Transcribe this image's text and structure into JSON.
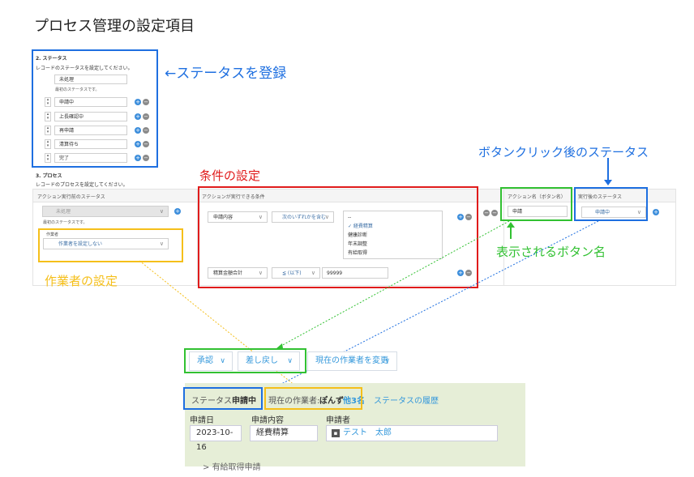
{
  "title": "プロセス管理の設定項目",
  "status_section": {
    "heading": "2. ステータス",
    "desc": "レコードのステータスを設定してください。",
    "initial_value": "未処理",
    "initial_note": "最初のステータスです。",
    "items": [
      "申請中",
      "上長確認中",
      "再申請",
      "清算待ち",
      "完了"
    ]
  },
  "process_section": {
    "heading": "3. プロセス",
    "desc": "レコードのプロセスを設定してください。",
    "col_before": "アクション実行前のステータス",
    "col_condition": "アクションが実行できる条件",
    "col_action": "アクション名（ボタン名）",
    "col_after": "実行後のステータス",
    "before_status": "未処理",
    "before_note": "最初のステータスです。",
    "assignee_label": "作業者",
    "assignee_value": "作業者を設定しない",
    "cond1_field": "申請内容",
    "cond1_op": "次のいずれかを含む",
    "cond1_options": [
      "--",
      "✓ 経費精算",
      "健康診断",
      "年末調整",
      "有給取得"
    ],
    "cond2_field": "精算金額合計",
    "cond2_op": "≦ (以下)",
    "cond2_value": "99999",
    "action_name": "申請",
    "after_status": "申請中"
  },
  "annotations": {
    "status_register": "←ステータスを登録",
    "condition_setting": "条件の設定",
    "after_status": "ボタンクリック後のステータス",
    "button_name": "表示されるボタン名",
    "assignee_setting": "作業者の設定"
  },
  "record": {
    "buttons": [
      "承認",
      "差し戻し",
      "現在の作業者を変更"
    ],
    "status_label": "ステータス:",
    "status_value": "申請中",
    "assignee_label": "現在の作業者:",
    "assignee_value": "ぽんず",
    "others": "他3名",
    "history": "ステータスの履歴",
    "field_labels": [
      "申請日",
      "申請内容",
      "申請者"
    ],
    "field_values": [
      "2023-10-16",
      "経費精算",
      "テスト　太郎"
    ],
    "section_title": "有給取得申請"
  },
  "colors": {
    "annotation_blue": "#1e6fe0",
    "annotation_red": "#e01b1b",
    "annotation_green": "#32c132",
    "annotation_yellow": "#f5bf1a",
    "record_bg": "#e6eed7",
    "link_blue": "#3498db"
  }
}
